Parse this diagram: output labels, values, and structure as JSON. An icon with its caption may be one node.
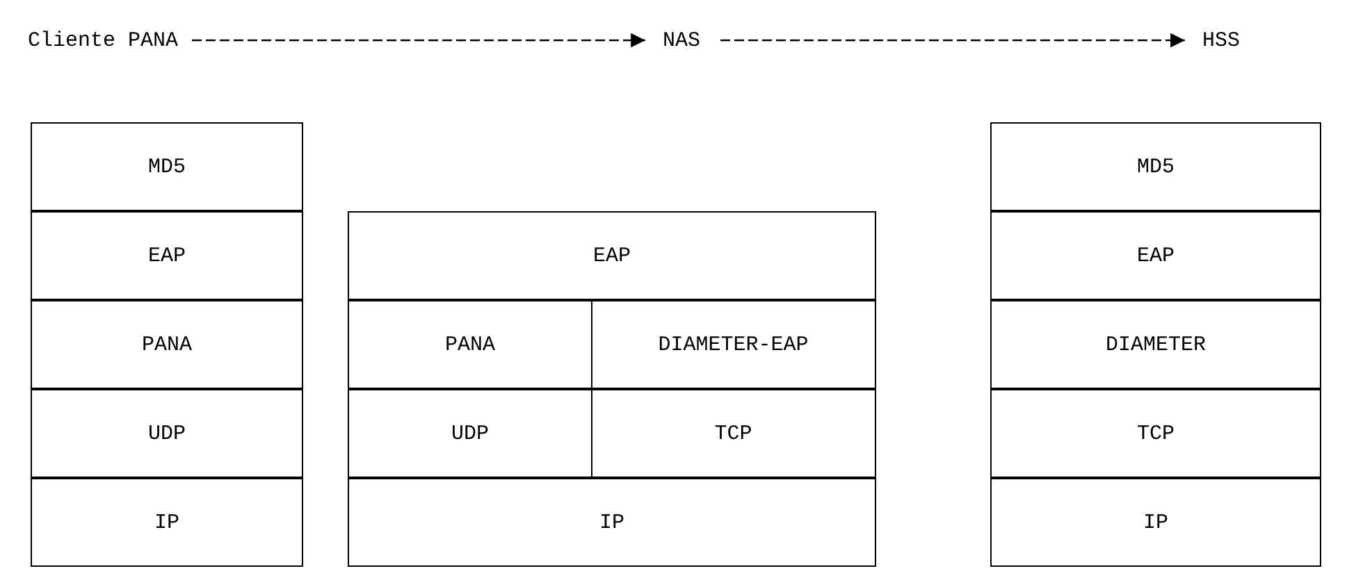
{
  "diagram": {
    "nodes": [
      {
        "text": [
          "Cliente PANA"
        ]
      },
      {
        "text": [
          "NAS"
        ]
      },
      {
        "text": [
          "HSS"
        ]
      },
      {
        "text": [
          "MD5"
        ]
      },
      {
        "text": [
          "MD5"
        ]
      },
      {
        "text": [
          "EAP"
        ]
      },
      {
        "text": [
          "EAP"
        ]
      },
      {
        "text": [
          "EAP"
        ]
      },
      {
        "text": [
          "PANA"
        ]
      },
      {
        "text": [
          "PANA"
        ]
      },
      {
        "text": [
          "DIAMETER-EAP"
        ]
      },
      {
        "text": [
          "DIAMETER"
        ]
      },
      {
        "text": [
          "UDP"
        ]
      },
      {
        "text": [
          "UDP"
        ]
      },
      {
        "text": [
          "TCP"
        ]
      },
      {
        "text": [
          "TCP"
        ]
      },
      {
        "text": [
          "IP"
        ]
      },
      {
        "text": [
          "IP"
        ]
      },
      {
        "text": [
          "IP"
        ]
      }
    ],
    "edges": [
      {
        "from": 0,
        "to": 1,
        "arrow": "to",
        "style": "dashed"
      },
      {
        "from": 1,
        "to": 2,
        "arrow": "to",
        "style": "dashed"
      }
    ]
  }
}
